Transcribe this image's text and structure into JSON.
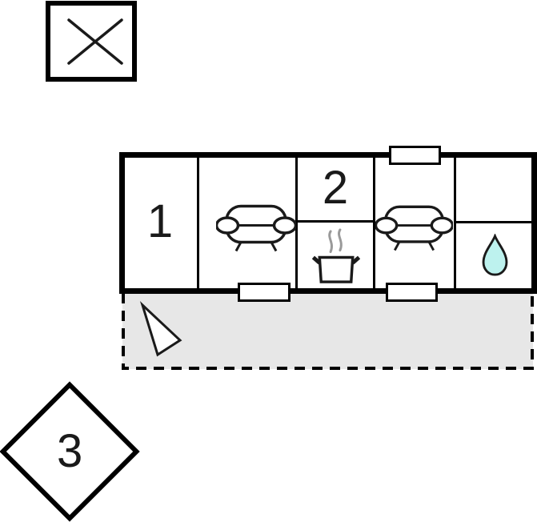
{
  "diagram": {
    "kind": "floor-plan",
    "rooms": [
      {
        "label": "1",
        "name": "room-1"
      },
      {
        "label": "2",
        "name": "room-2"
      },
      {
        "label": "3",
        "name": "unit-3-annex"
      }
    ],
    "features": {
      "sofas": 2,
      "kitchen": "pot-with-steam",
      "bathroom": "water-drop",
      "terrace": "gray dashed area with direction arrow",
      "windows": 3,
      "crossed_box": "square with x-mark"
    },
    "icons": {
      "cross": "x-mark-icon",
      "sofa": "sofa-icon",
      "stove": "cooking-pot-steam-icon",
      "water": "water-drop-icon",
      "arrow": "direction-arrow-icon"
    }
  },
  "colors": {
    "wall": "#000000",
    "ink": "#1a1a1a",
    "terrace_fill": "#e7e7e7",
    "steam": "#9a9a9a",
    "drop_fill": "#bdf2ee",
    "bg": "#ffffff"
  }
}
